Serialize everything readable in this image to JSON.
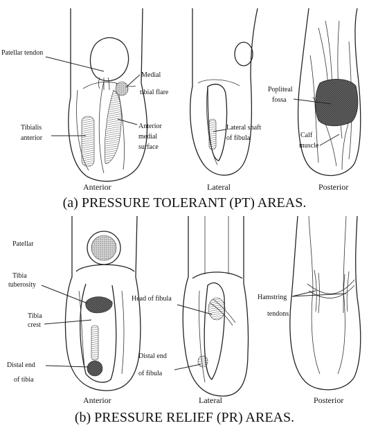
{
  "panel_a": {
    "caption": "(a) PRESSURE TOLERANT (PT) AREAS.",
    "views": {
      "anterior": "Anterior",
      "lateral": "Lateral",
      "posterior": "Posterior"
    },
    "labels": {
      "patellar_tendon": "Patellar tendon",
      "medial_tibial_flare_1": "Medial",
      "medial_tibial_flare_2": "tibial flare",
      "tibialis_anterior_1": "Tibialis",
      "tibialis_anterior_2": "anterior",
      "anterior_medial_surface_1": "Anterior",
      "anterior_medial_surface_2": "medial",
      "anterior_medial_surface_3": "surface",
      "lateral_shaft_1": "Lateral shaft",
      "lateral_shaft_2": "of fibula",
      "popliteal_fossa_1": "Popliteal",
      "popliteal_fossa_2": "fossa",
      "calf_muscle_1": "Calf",
      "calf_muscle_2": "muscle"
    }
  },
  "panel_b": {
    "caption": "(b) PRESSURE RELIEF (PR) AREAS.",
    "views": {
      "anterior": "Anterior",
      "lateral": "Lateral",
      "posterior": "Posterior"
    },
    "labels": {
      "patellar": "Patellar",
      "tibia_tuberosity_1": "Tibia",
      "tibia_tuberosity_2": "tuberosity",
      "tibia_crest_1": "Tibia",
      "tibia_crest_2": "crest",
      "distal_end_tibia_1": "Distal end",
      "distal_end_tibia_2": "of tibia",
      "head_of_fibula": "Head of fibula",
      "distal_end_fibula_1": "Distal end",
      "distal_end_fibula_2": "of fibula",
      "hamstring_1": "Hamstring",
      "hamstring_2": "tendons"
    }
  }
}
